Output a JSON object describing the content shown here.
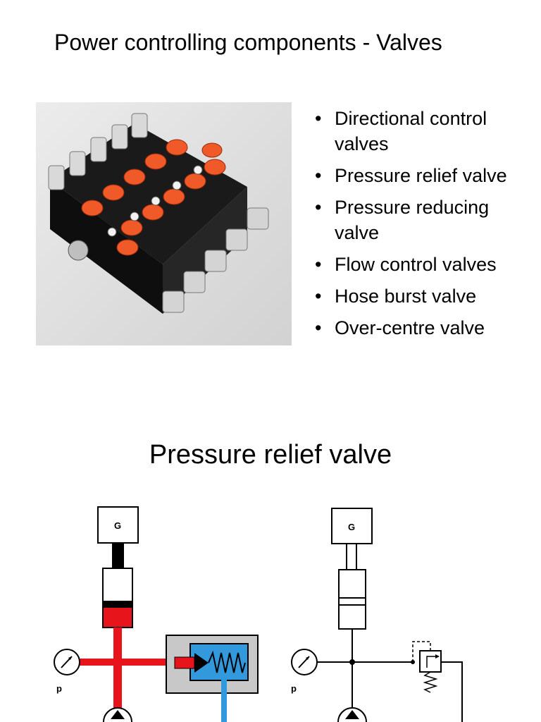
{
  "slide1": {
    "title": "Power controlling components - Valves",
    "bullets": [
      "Directional control valves",
      "Pressure relief valve",
      "Pressure reducing valve",
      "Flow control valves",
      "Hose burst valve",
      "Over-centre valve"
    ]
  },
  "slide2": {
    "title": "Pressure relief valve",
    "left_diagram": {
      "generator_label": "G",
      "gauge_label": "p"
    },
    "right_diagram": {
      "generator_label": "G",
      "gauge_label": "p"
    }
  },
  "colors": {
    "pressure_red": "#e8141c",
    "tank_blue": "#3399dd",
    "housing_grey": "#c8c8c8",
    "valve_knob_orange": "#f05a28",
    "valve_body_black": "#1a1a1a"
  }
}
